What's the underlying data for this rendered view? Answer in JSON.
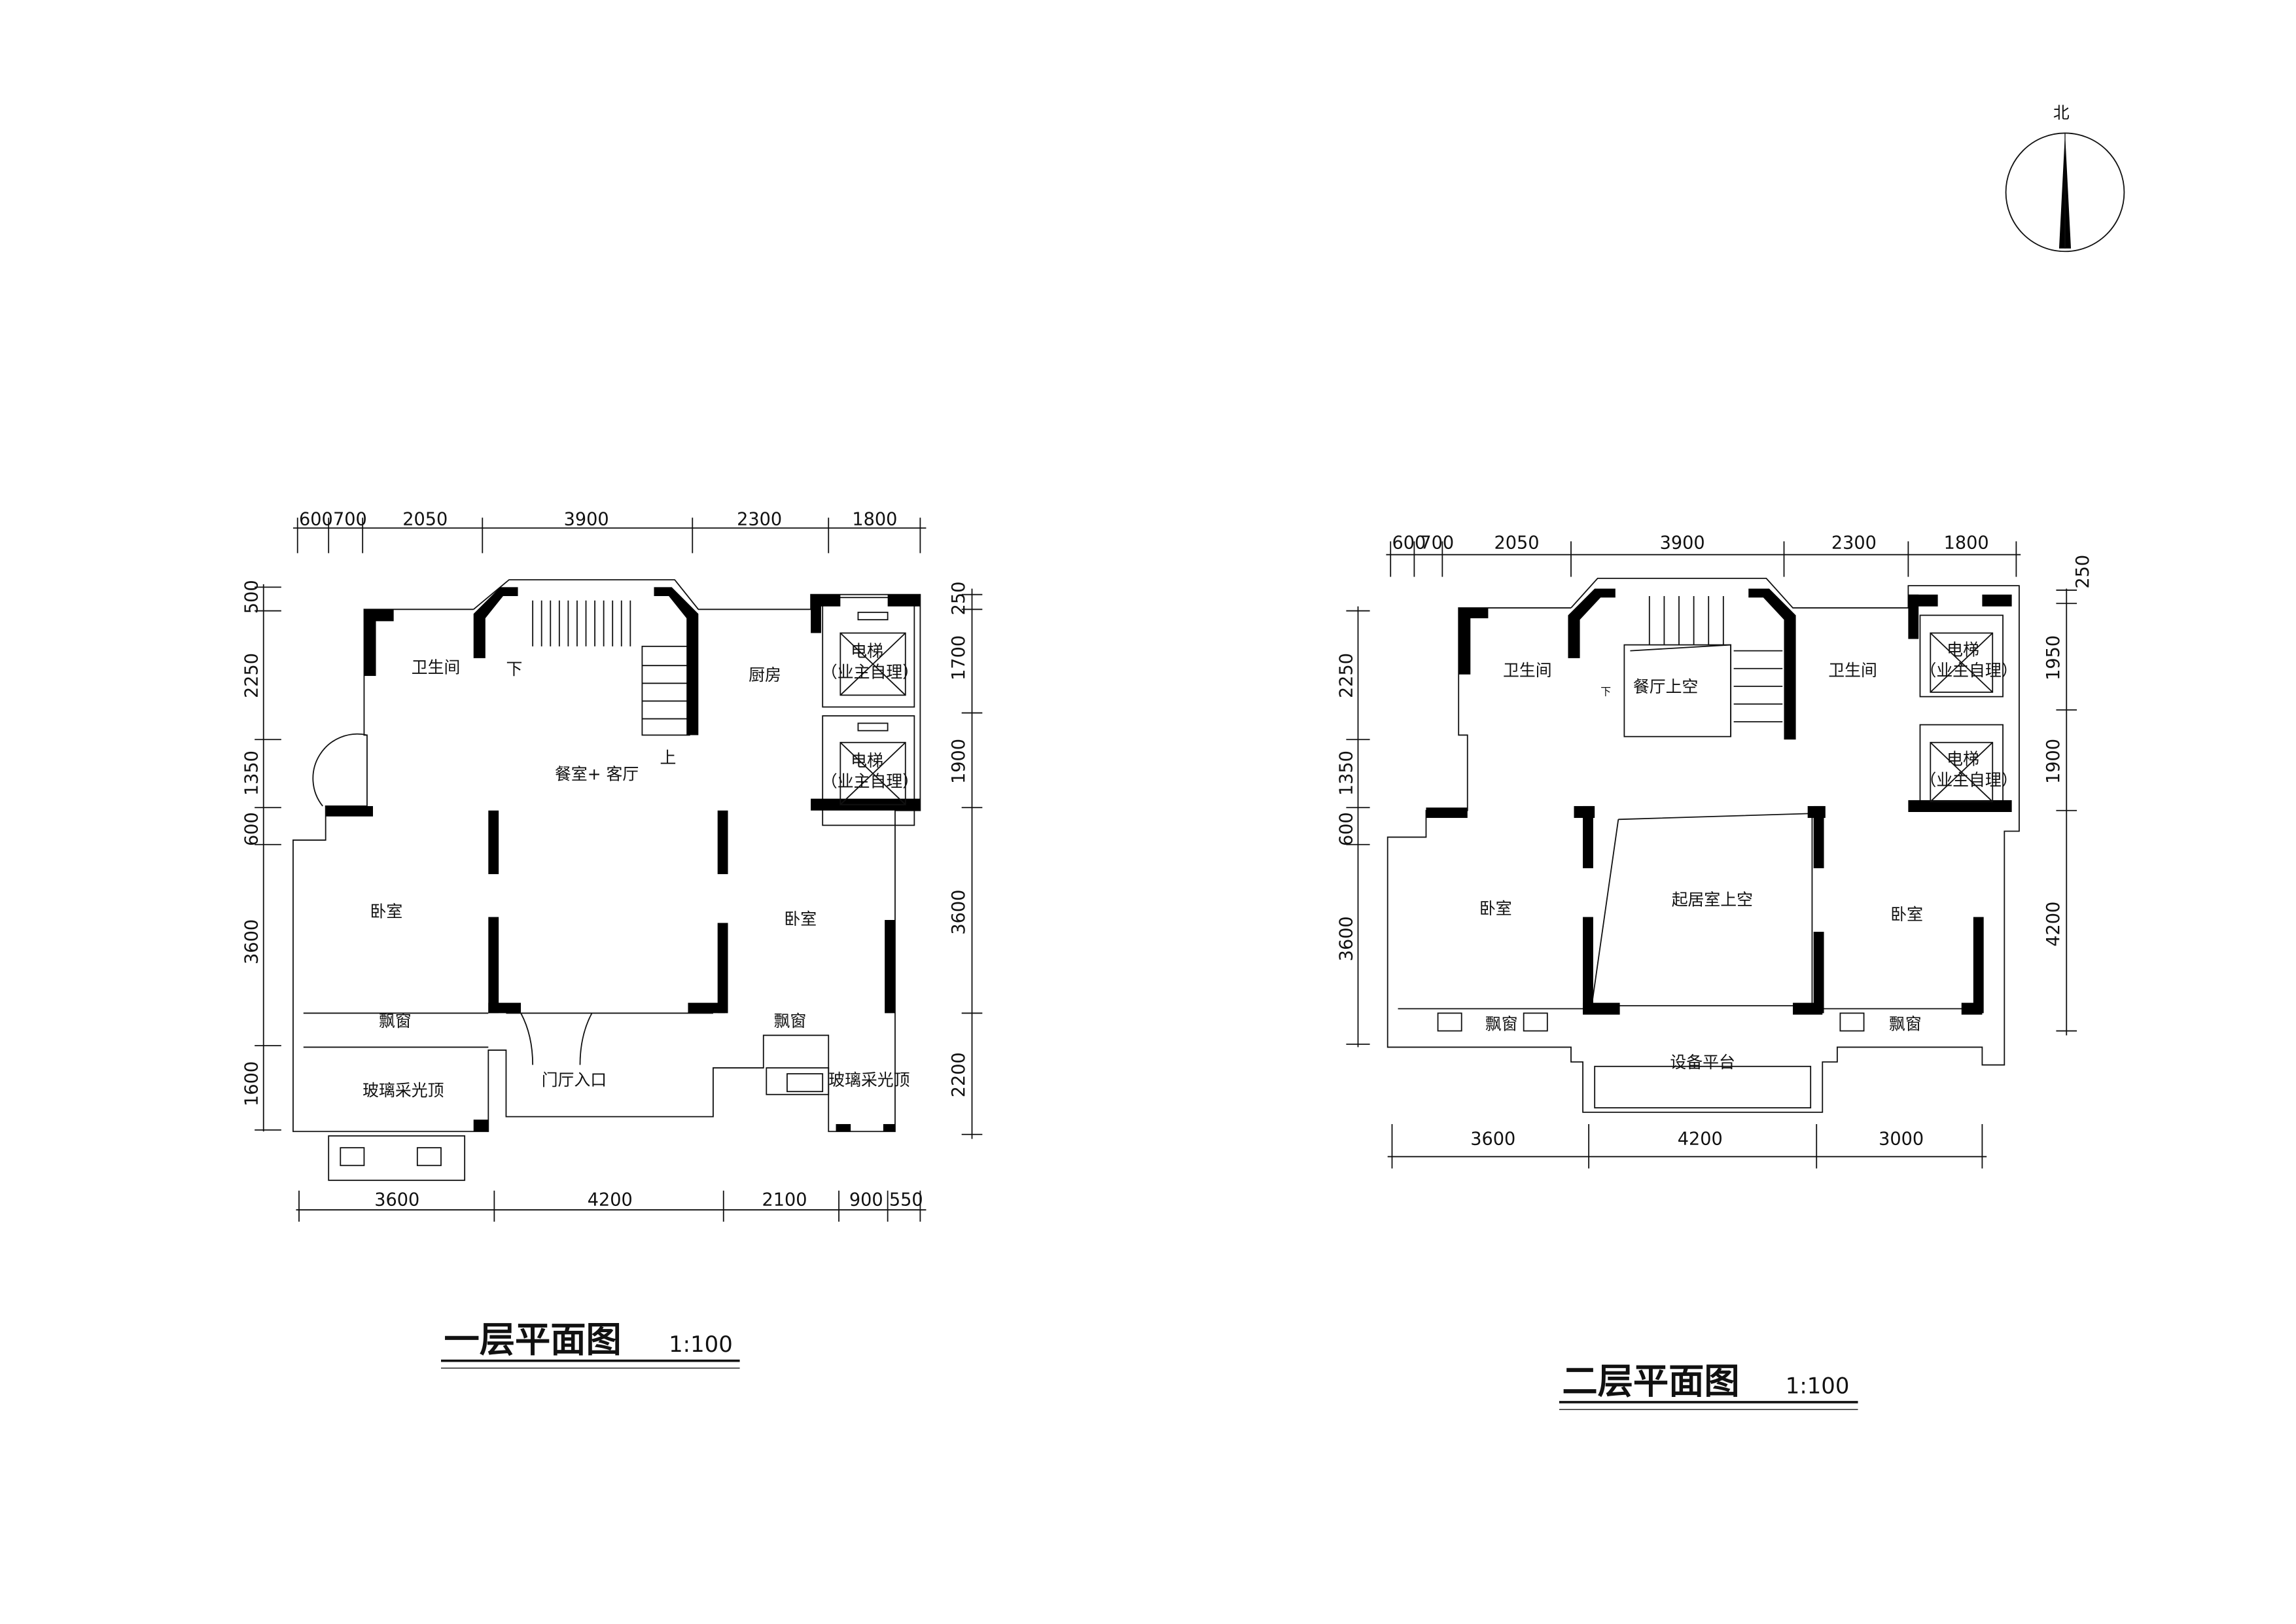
{
  "north_label": "北",
  "floor1": {
    "title": "一层平面图",
    "scale": "1:100",
    "top_dims": [
      "600",
      "700",
      "2050",
      "3900",
      "2300",
      "1800"
    ],
    "left_dims": [
      "500",
      "2250",
      "1350",
      "600",
      "3600",
      "1600"
    ],
    "right_dims": [
      "250",
      "1700",
      "1900",
      "3600",
      "2200"
    ],
    "bottom_dims": [
      "3600",
      "4200",
      "2100",
      "900",
      "550"
    ],
    "rooms": {
      "bath": "卫生间",
      "kitchen": "厨房",
      "living": "餐室+ 客厅",
      "bed_left": "卧室",
      "bed_right": "卧室",
      "bay_left": "飘窗",
      "bay_right": "飘窗",
      "entry": "门厅入口",
      "glass_left": "玻璃采光顶",
      "glass_right": "玻璃采光顶",
      "elev1": "电梯",
      "elev1_note": "（业主自理）",
      "elev2": "电梯",
      "elev2_note": "（业主自理）",
      "stair_down": "下",
      "stair_up": "上"
    }
  },
  "floor2": {
    "title": "二层平面图",
    "scale": "1:100",
    "top_dims": [
      "600",
      "700",
      "2050",
      "3900",
      "2300",
      "1800"
    ],
    "left_dims": [
      "2250",
      "1350",
      "600",
      "3600"
    ],
    "right_dims": [
      "250",
      "1950",
      "1900",
      "4200"
    ],
    "bottom_dims": [
      "3600",
      "4200",
      "3000"
    ],
    "rooms": {
      "bath_left": "卫生间",
      "bath_right": "卫生间",
      "dining_void": "餐厅上空",
      "living_void": "起居室上空",
      "bed_left": "卧室",
      "bed_right": "卧室",
      "bay_left": "飘窗",
      "bay_right": "飘窗",
      "platform": "设备平台",
      "elev1": "电梯",
      "elev1_note": "（业主自理）",
      "elev2": "电梯",
      "elev2_note": "（业主自理）",
      "stair_down": "下"
    }
  }
}
